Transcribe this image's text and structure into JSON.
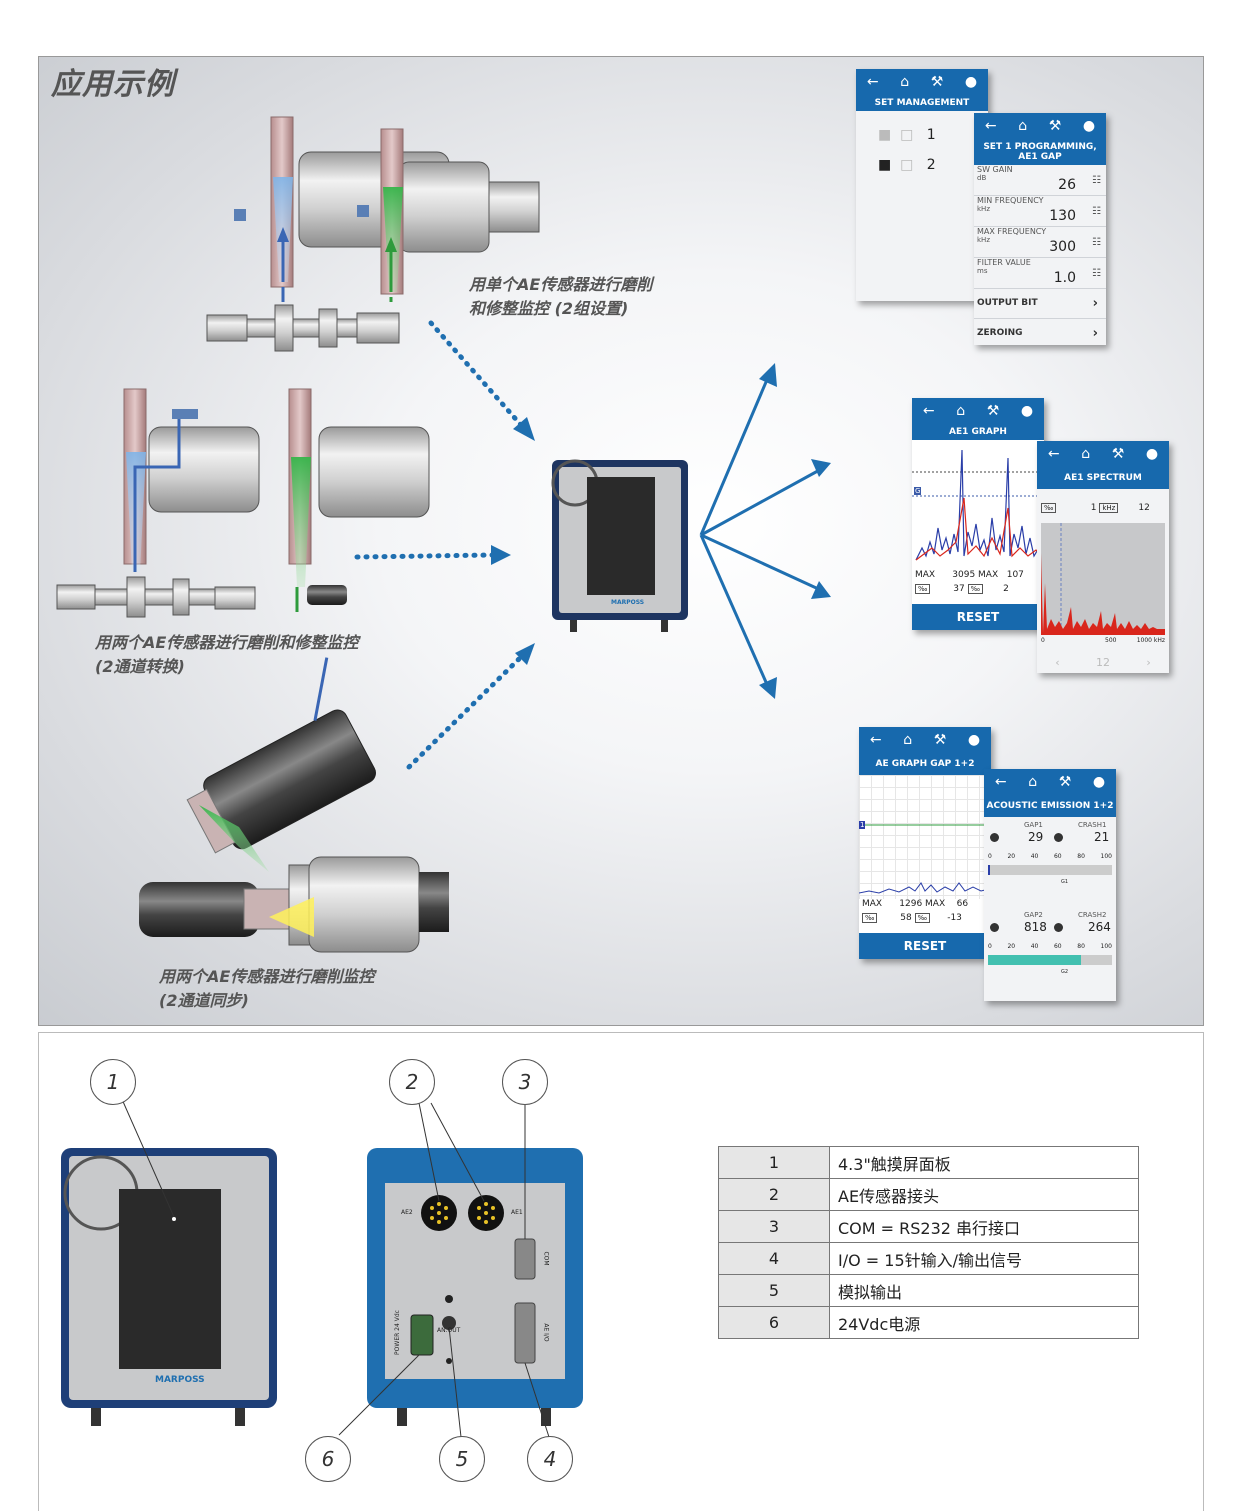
{
  "title": "应用示例",
  "captions": {
    "single_sensor_l1": "用单个AE传感器进行磨削",
    "single_sensor_l2": "和修整监控 (2组设置)",
    "two_switch_l1": "用两个AE传感器进行磨削和修整监控",
    "two_switch_l2": "(2通道转换)",
    "two_sync_l1": "用两个AE传感器进行磨削监控",
    "two_sync_l2": "(2通道同步)"
  },
  "brand": "MARPOSS",
  "screens": {
    "set_management": {
      "header": "SET MANAGEMENT",
      "rows": [
        "1",
        "2"
      ]
    },
    "set_programming": {
      "header": "SET 1 PROGRAMMING, AE1 GAP",
      "params": [
        {
          "label": "SW GAIN",
          "unit": "dB",
          "value": "26"
        },
        {
          "label": "MIN FREQUENCY",
          "unit": "kHz",
          "value": "130"
        },
        {
          "label": "MAX FREQUENCY",
          "unit": "kHz",
          "value": "300"
        },
        {
          "label": "FILTER VALUE",
          "unit": "ms",
          "value": "1.0"
        }
      ],
      "links": [
        "OUTPUT BIT",
        "ZEROING"
      ]
    },
    "ae1_graph": {
      "header": "AE1 GRAPH",
      "marker": "G",
      "max_label": "MAX",
      "max_val": "3095",
      "max_label2": "MAX",
      "max_val2": "107",
      "unit": "‰",
      "v1": "37",
      "v2": "2",
      "reset": "RESET"
    },
    "ae1_spectrum": {
      "header": "AE1 SPECTRUM",
      "unit": "‰",
      "value": "1",
      "freq_unit": "kHz",
      "value2": "12",
      "axis": [
        "0",
        "500",
        "1000 kHz"
      ],
      "page": "12"
    },
    "ae_graph_gap": {
      "header": "AE GRAPH GAP 1+2",
      "marker": "1",
      "max_label": "MAX",
      "max_val": "1296",
      "max_label2": "MAX",
      "max_val2": "66",
      "unit": "‰",
      "v1": "58",
      "v2": "-13",
      "reset": "RESET"
    },
    "acoustic_emission": {
      "header": "ACOUSTIC EMISSION 1+2",
      "gap1_label": "GAP1",
      "gap1": "29",
      "crash1_label": "CRASH1",
      "crash1": "21",
      "gap2_label": "GAP2",
      "gap2": "818",
      "crash2_label": "CRASH2",
      "crash2": "264",
      "scale": [
        "0",
        "20",
        "40",
        "60",
        "80",
        "100"
      ],
      "g1": "G1",
      "g2": "G2",
      "bar2_level": 0.75,
      "bar2_color": "#43c0b0"
    }
  },
  "device_labels": {
    "ae2": "AE2",
    "ae1": "AE1",
    "com": "COM",
    "io": "AE I/O",
    "power": "POWER 24 Vdc",
    "anout": "AN.OUT"
  },
  "callouts": [
    "1",
    "2",
    "3",
    "4",
    "5",
    "6"
  ],
  "legend": [
    {
      "num": "1",
      "text": "4.3\"触摸屏面板"
    },
    {
      "num": "2",
      "text": "AE传感器接头"
    },
    {
      "num": "3",
      "text": "COM = RS232 串行接口"
    },
    {
      "num": "4",
      "text": "I/O = 15针输入/输出信号"
    },
    {
      "num": "5",
      "text": "模拟输出"
    },
    {
      "num": "6",
      "text": "24Vdc电源"
    }
  ],
  "colors": {
    "accent": "#1769ad",
    "arrow": "#1f6fb0",
    "spectrum_red": "#d9261c",
    "spectrum_blue": "#2a3ea8"
  }
}
